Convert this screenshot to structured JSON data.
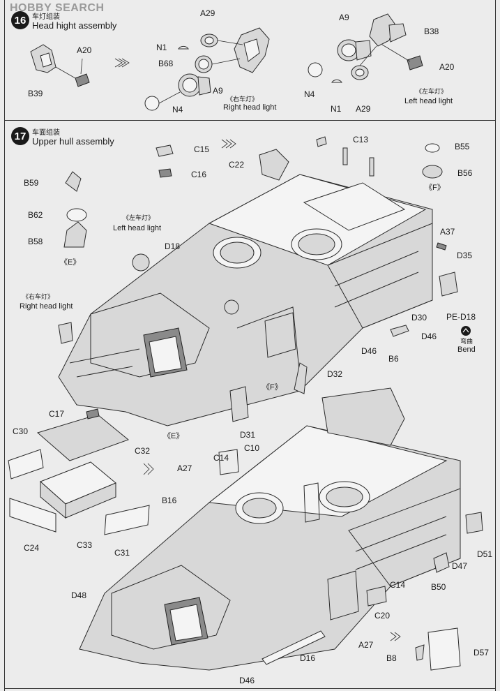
{
  "watermark": "HOBBY SEARCH",
  "step16": {
    "number": "16",
    "title_cn": "车灯组装",
    "title_en": "Head hight assembly",
    "labels": {
      "A29_a": "A29",
      "N1_a": "N1",
      "A20_a": "A20",
      "B39": "B39",
      "B68": "B68",
      "A9_a": "A9",
      "N4_a": "N4",
      "A9_b": "A9",
      "B38": "B38",
      "A20_b": "A20",
      "N4_b": "N4",
      "N1_b": "N1",
      "A29_b": "A29"
    },
    "right_cn": "《右车灯》",
    "right_en": "Right head light",
    "left_cn": "《左车灯》",
    "left_en": "Left head light"
  },
  "step17": {
    "number": "17",
    "title_cn": "车面组装",
    "title_en": "Upper hull assembly",
    "labels": {
      "C15": "C15",
      "C16": "C16",
      "C22": "C22",
      "C13": "C13",
      "B55": "B55",
      "B56": "B56",
      "F_a": "《F》",
      "B59": "B59",
      "B62": "B62",
      "B58": "B58",
      "E_a": "《E》",
      "A37": "A37",
      "D35": "D35",
      "D18": "D18",
      "PE_D18": "PE-D18",
      "D30": "D30",
      "D46_a": "D46",
      "D46_b": "D46",
      "B6": "B6",
      "D32": "D32",
      "F_b": "《F》",
      "D31": "D31",
      "E_b": "《E》",
      "C17": "C17",
      "C30": "C30",
      "C32": "C32",
      "C14_a": "C14",
      "C10": "C10",
      "A27_a": "A27",
      "B16": "B16",
      "C24": "C24",
      "C33": "C33",
      "C31": "C31",
      "D51": "D51",
      "D47": "D47",
      "C14_b": "C14",
      "B50": "B50",
      "D48": "D48",
      "C20": "C20",
      "A27_b": "A27",
      "D16": "D16",
      "B8": "B8",
      "D57": "D57",
      "D46_c": "D46"
    },
    "left_cn": "《左车灯》",
    "left_en": "Left head light",
    "right_cn": "《右车灯》",
    "right_en": "Right head light",
    "bend_cn": "弯曲",
    "bend_en": "Bend"
  }
}
